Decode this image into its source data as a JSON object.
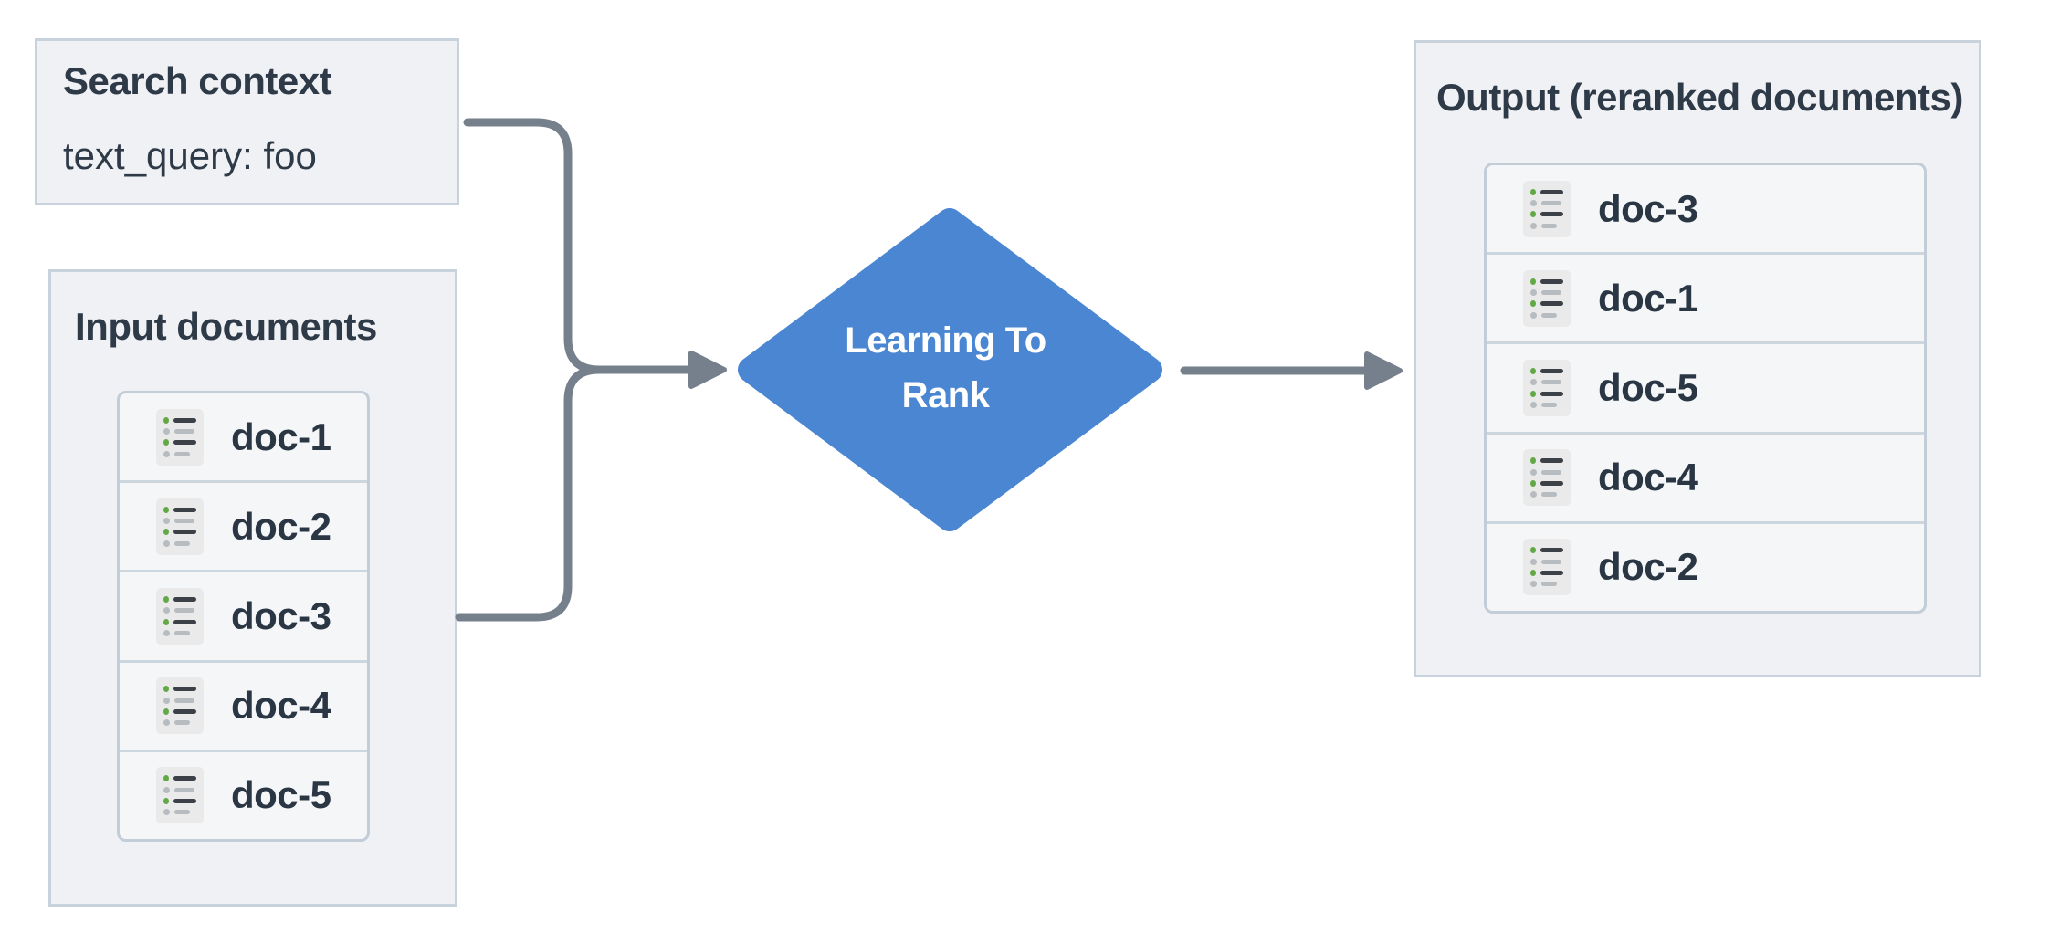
{
  "search_context": {
    "title": "Search context",
    "query": "text_query: foo"
  },
  "input_documents": {
    "title": "Input documents",
    "items": [
      "doc-1",
      "doc-2",
      "doc-3",
      "doc-4",
      "doc-5"
    ]
  },
  "reranker": {
    "lines": [
      "Learning To",
      "Rank"
    ]
  },
  "output_documents": {
    "title": "Output (reranked documents)",
    "items": [
      "doc-3",
      "doc-1",
      "doc-5",
      "doc-4",
      "doc-2"
    ]
  },
  "icons": {
    "document_icon": "list-lines-icon"
  },
  "colors": {
    "panel_background": "#eff1f4",
    "panel_border": "#c8d2dc",
    "list_background": "#f4f6f8",
    "list_border": "#c2cdd8",
    "separator": "#ccd6de",
    "text": "#2e3a47",
    "arrow": "#76808d",
    "diamond_blue": "#4a86d2",
    "diamond_text": "#ffffff",
    "icon_background": "#eaeaea",
    "icon_green": "#62a945",
    "icon_gray": "#b7bcc0",
    "icon_dark": "#3c4147"
  }
}
